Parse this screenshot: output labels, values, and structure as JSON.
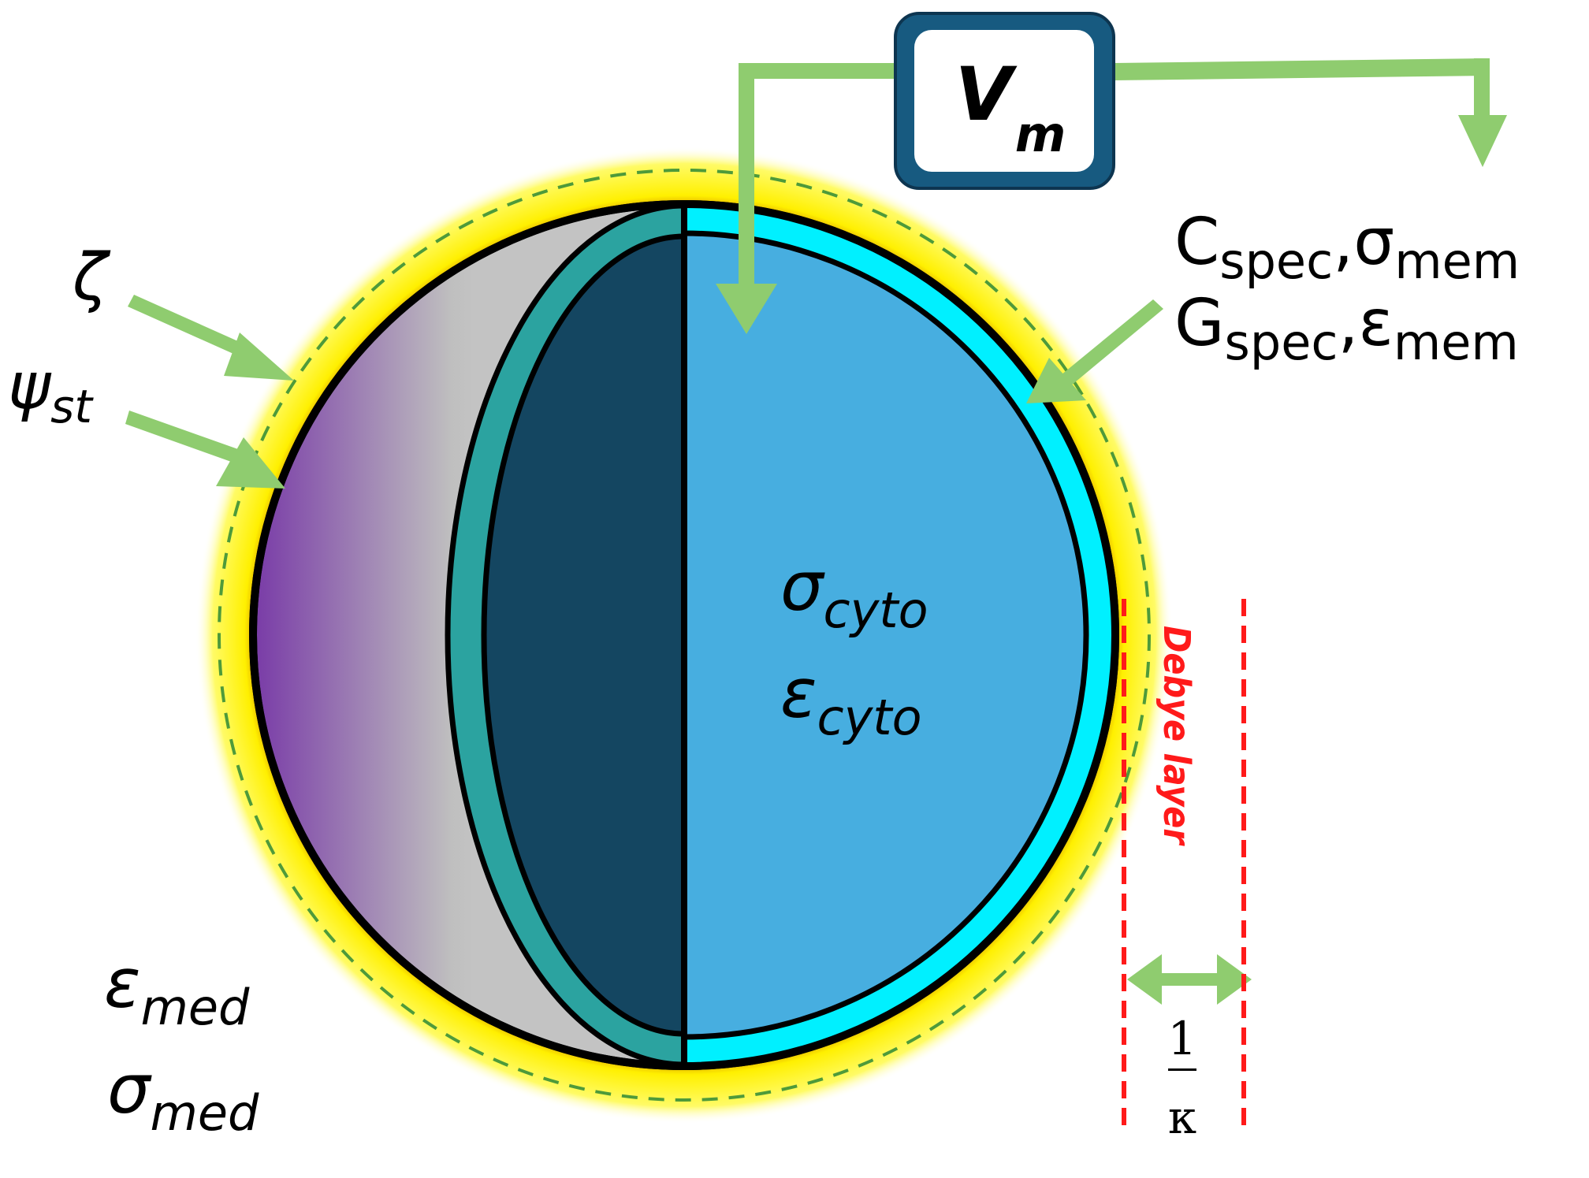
{
  "vm_box": {
    "main": "V",
    "sub": "m"
  },
  "labels": {
    "zeta": "ζ",
    "psi": {
      "main": "ψ",
      "sub": "st"
    },
    "membrane_line1": {
      "a": "C",
      "a_sub": "spec",
      "sep": ",",
      "b": "σ",
      "b_sub": "mem"
    },
    "membrane_line2": {
      "a": "G",
      "a_sub": "spec",
      "sep": ",",
      "b": "ε",
      "b_sub": "mem"
    },
    "cyto_sigma": {
      "main": "σ",
      "sub": "cyto"
    },
    "cyto_eps": {
      "main": "ε",
      "sub": "cyto"
    },
    "med_eps": {
      "main": "ε",
      "sub": "med"
    },
    "med_sigma": {
      "main": "σ",
      "sub": "med"
    },
    "debye": "Debye layer",
    "kappa_num": "1",
    "kappa_den": "κ"
  },
  "colors": {
    "arrow": "#8fcc6f",
    "vm_frame": "#175a80",
    "cytoplasm": "#47aee0",
    "membrane_cyan": "#00f0ff",
    "teal": "#2ba3a0",
    "dark_inner": "#144661",
    "purple": "#7f45ab",
    "glow": "#fff200",
    "debye": "#ff1a1a",
    "dashed": "#4e9a3a"
  }
}
